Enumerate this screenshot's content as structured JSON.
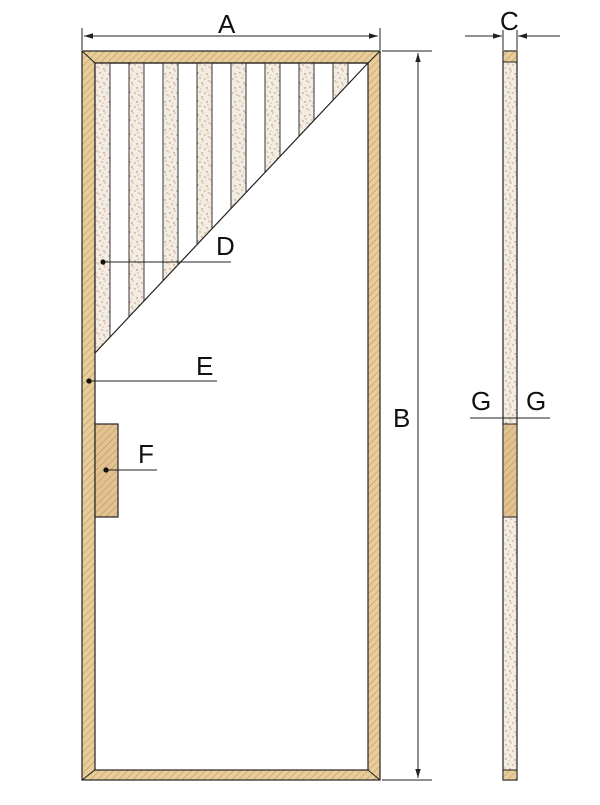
{
  "labels": {
    "a": "A",
    "b": "B",
    "c": "C",
    "d": "D",
    "e": "E",
    "f": "F",
    "g_left": "G",
    "g_right": "G"
  },
  "colors": {
    "frame_wood": "#e8cc9a",
    "lock_block": "#e2c290",
    "chipboard": "#f3ece2",
    "speckle": "#b07a55",
    "outline": "#222222",
    "hatch": "#b3915f"
  },
  "components": {
    "frame": "door-frame",
    "core_fill": "cardboard-honeycomb-strips",
    "lock_block": "lock-block",
    "side_profile": "door-side-section"
  }
}
